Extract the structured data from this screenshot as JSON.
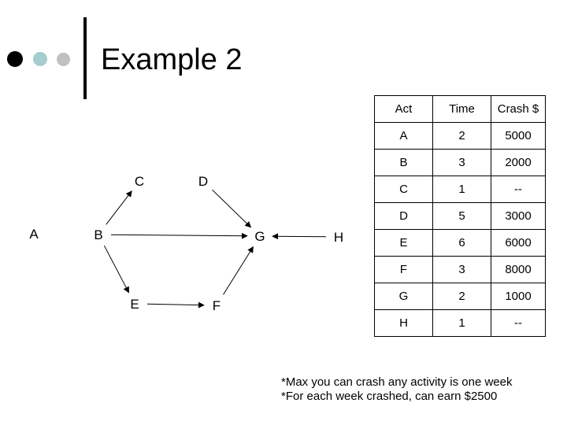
{
  "title": "Example 2",
  "nodes": [
    {
      "id": "A",
      "label": "A"
    },
    {
      "id": "B",
      "label": "B"
    },
    {
      "id": "C",
      "label": "C"
    },
    {
      "id": "D",
      "label": "D"
    },
    {
      "id": "E",
      "label": "E"
    },
    {
      "id": "F",
      "label": "F"
    },
    {
      "id": "G",
      "label": "G"
    },
    {
      "id": "H",
      "label": "H"
    }
  ],
  "edges": [
    {
      "from": "B",
      "to": "C"
    },
    {
      "from": "D",
      "to": "G"
    },
    {
      "from": "B",
      "to": "E"
    },
    {
      "from": "B",
      "to": "G"
    },
    {
      "from": "E",
      "to": "F"
    },
    {
      "from": "F",
      "to": "G"
    },
    {
      "from": "H",
      "to": "G"
    }
  ],
  "table": {
    "headers": [
      "Act",
      "Time",
      "Crash $"
    ],
    "rows": [
      [
        "A",
        "2",
        "5000"
      ],
      [
        "B",
        "3",
        "2000"
      ],
      [
        "C",
        "1",
        "--"
      ],
      [
        "D",
        "5",
        "3000"
      ],
      [
        "E",
        "6",
        "6000"
      ],
      [
        "F",
        "3",
        "8000"
      ],
      [
        "G",
        "2",
        "1000"
      ],
      [
        "H",
        "1",
        "--"
      ]
    ]
  },
  "notes": [
    "*Max you can crash any activity is one week",
    "*For each week crashed, can earn $2500"
  ],
  "colors": {
    "bullet1": "#000000",
    "bullet2": "#a5cccf",
    "bullet3": "#c0c0c0"
  }
}
